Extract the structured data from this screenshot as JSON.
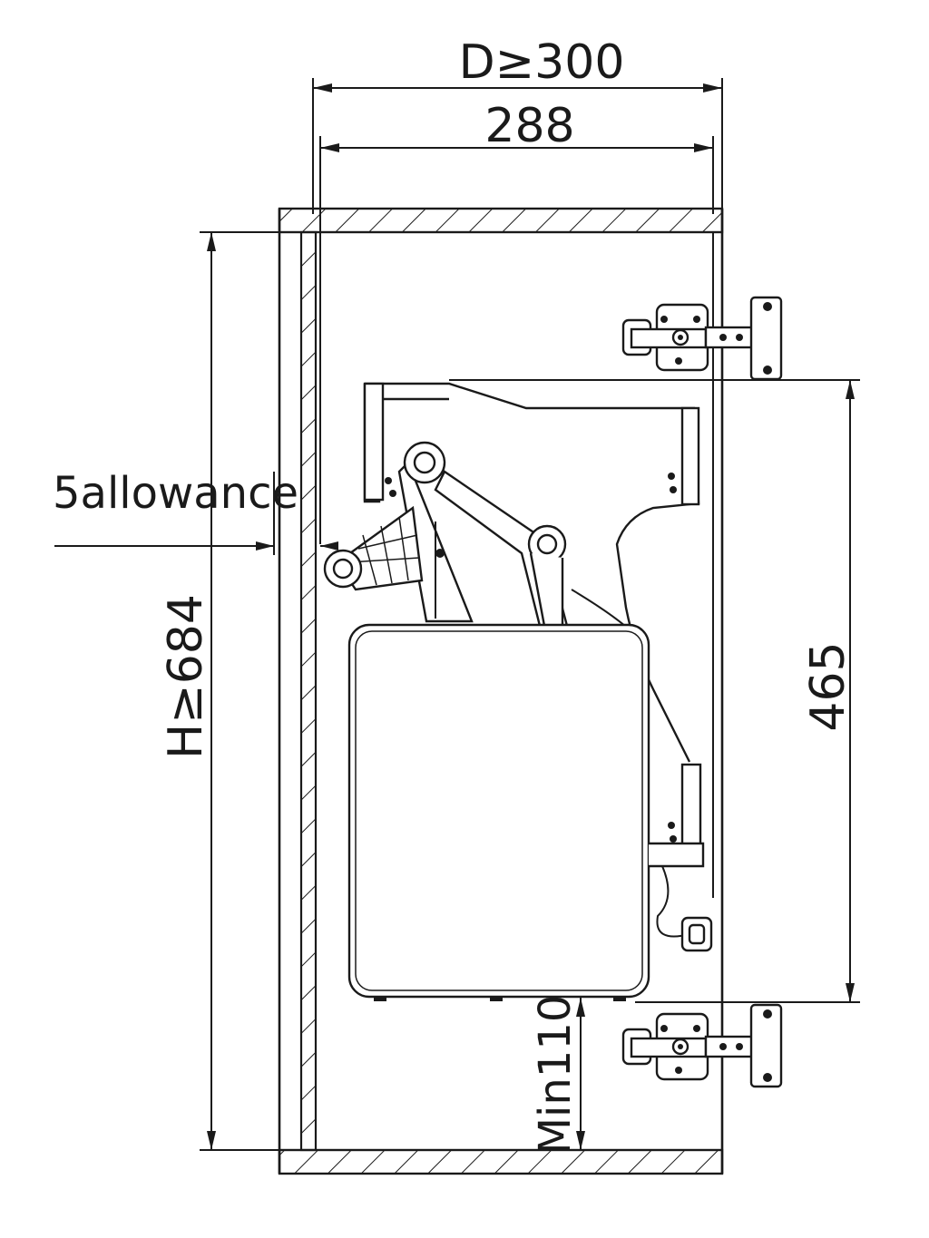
{
  "dimensions": {
    "depth_label": "D≥300",
    "inner_depth_label": "288",
    "height_label": "H≥684",
    "hinge_spacing_label": "465",
    "allowance_label": "5allowance",
    "min_bottom_label": "Min110"
  },
  "colors": {
    "line": "#1a1a1a",
    "background": "#ffffff"
  },
  "icons": [
    "hinge-icon",
    "lift-mechanism",
    "storage-bin"
  ]
}
